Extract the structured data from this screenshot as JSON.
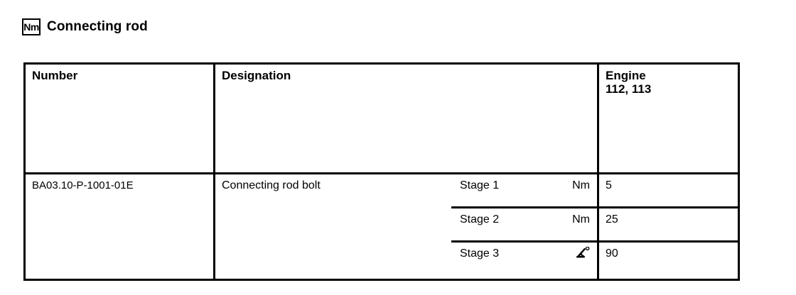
{
  "title": {
    "badge": "Nm",
    "badge_icon": "torque-nm-icon",
    "text": "Connecting rod"
  },
  "table": {
    "headers": {
      "number": "Number",
      "designation": "Designation",
      "engine_line1": "Engine",
      "engine_line2": "112, 113"
    },
    "rows": [
      {
        "number": "BA03.10-P-1001-01E",
        "designation": "Connecting rod bolt",
        "stages": [
          {
            "stage": "Stage 1",
            "unit": "Nm",
            "unit_icon": "",
            "value": "5"
          },
          {
            "stage": "Stage 2",
            "unit": "Nm",
            "unit_icon": "",
            "value": "25"
          },
          {
            "stage": "Stage 3",
            "unit": "",
            "unit_icon": "angle-of-rotation-icon",
            "value": "90"
          }
        ]
      }
    ]
  },
  "colors": {
    "border": "#000000",
    "text": "#000000",
    "background": "#ffffff"
  }
}
